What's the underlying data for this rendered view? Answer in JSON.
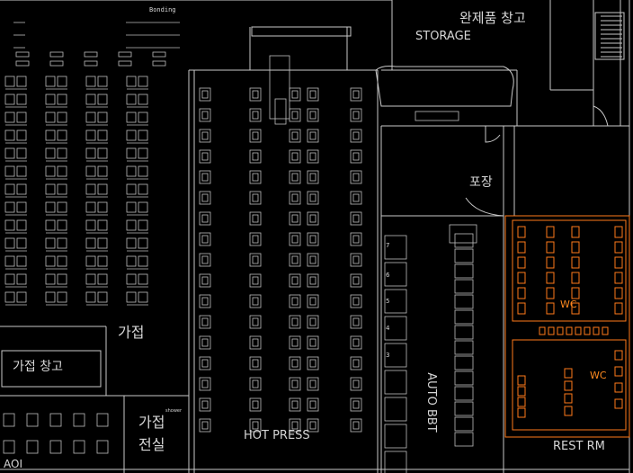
{
  "labels": {
    "bonding": "Bonding",
    "storage_ko": "완제품 창고",
    "storage_en": "STORAGE",
    "packing": "포장",
    "gajeop": "가접",
    "gajeop_storage": "가접 창고",
    "gajeop_room_1": "가접",
    "gajeop_room_2": "전실",
    "aoi": "AOI",
    "hot_press": "HOT PRESS",
    "auto_bbt": "AUTO BBT",
    "wc_top": "WC",
    "wc_bottom": "WC",
    "rest_rm": "REST RM",
    "shower": "shower",
    "bbt_numbers": [
      "7",
      "6",
      "5",
      "4",
      "3"
    ]
  },
  "colors": {
    "background": "#000000",
    "lines": "#cfcfcf",
    "restroom": "#ff7a1a"
  }
}
